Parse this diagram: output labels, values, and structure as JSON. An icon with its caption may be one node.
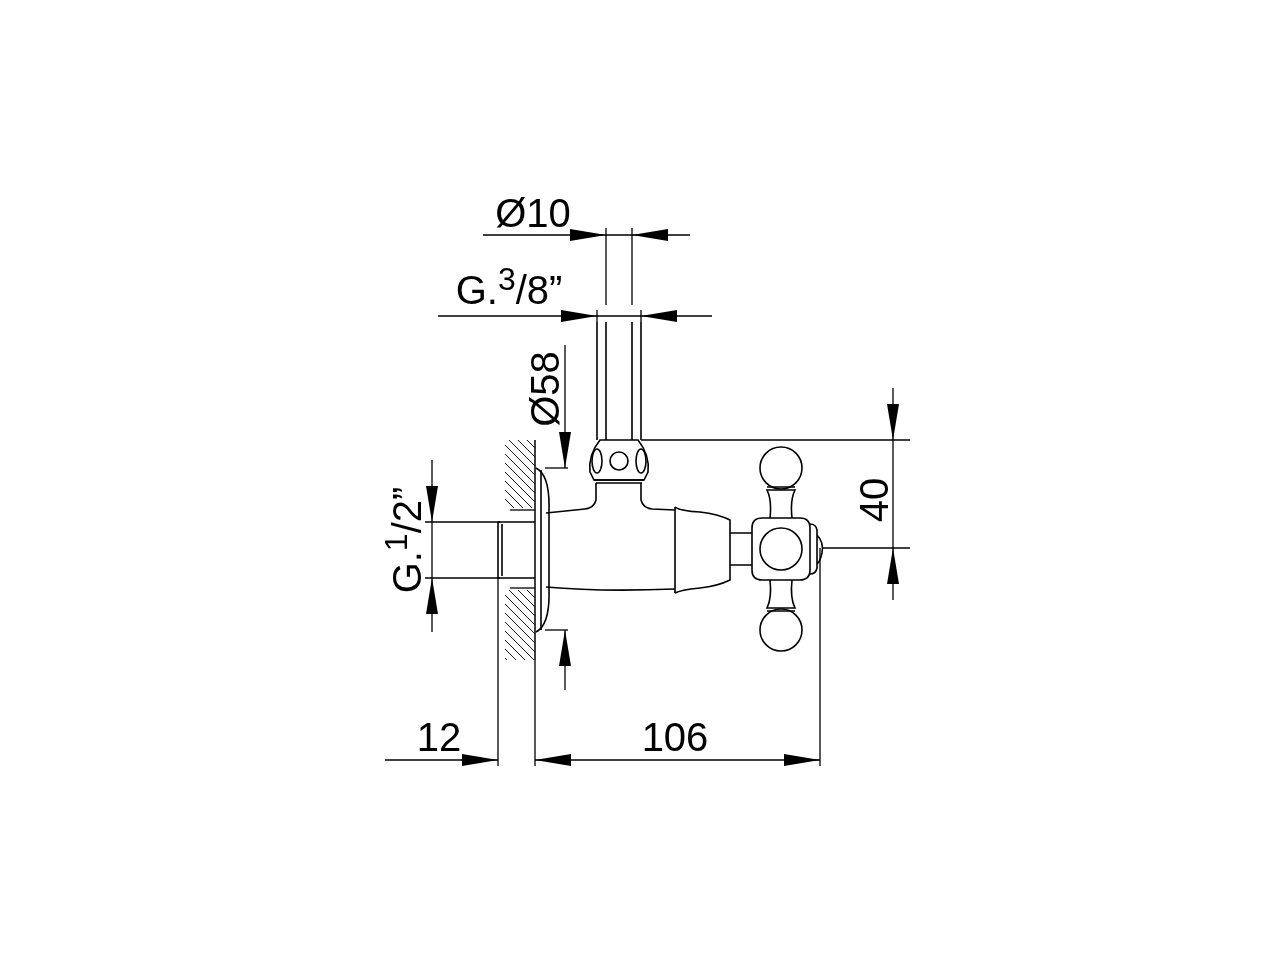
{
  "diagram": {
    "labels": [
      "Ø10",
      "G.$^{3}$/8”",
      "Ø58",
      "40",
      "G.$^{1}$/2”",
      "12",
      "106"
    ]
  }
}
